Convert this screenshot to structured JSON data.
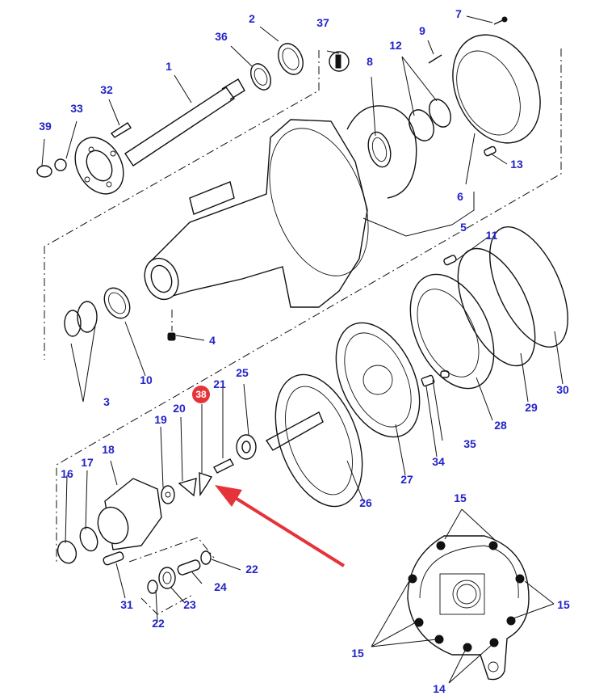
{
  "diagram": {
    "type": "exploded parts diagram",
    "subject": "rear axle / final drive housing with brake assembly",
    "label_color": "#2323c8",
    "highlight_color": "#e63339",
    "highlighted_part": "38",
    "callouts": [
      {
        "id": "c1",
        "text": "1"
      },
      {
        "id": "c2",
        "text": "2"
      },
      {
        "id": "c3",
        "text": "3"
      },
      {
        "id": "c4",
        "text": "4"
      },
      {
        "id": "c5",
        "text": "5"
      },
      {
        "id": "c6",
        "text": "6"
      },
      {
        "id": "c7",
        "text": "7"
      },
      {
        "id": "c8",
        "text": "8"
      },
      {
        "id": "c9",
        "text": "9"
      },
      {
        "id": "c10",
        "text": "10"
      },
      {
        "id": "c11",
        "text": "11"
      },
      {
        "id": "c12",
        "text": "12"
      },
      {
        "id": "c13",
        "text": "13"
      },
      {
        "id": "c14",
        "text": "14"
      },
      {
        "id": "c15a",
        "text": "15"
      },
      {
        "id": "c15b",
        "text": "15"
      },
      {
        "id": "c15c",
        "text": "15"
      },
      {
        "id": "c16",
        "text": "16"
      },
      {
        "id": "c17",
        "text": "17"
      },
      {
        "id": "c18",
        "text": "18"
      },
      {
        "id": "c19",
        "text": "19"
      },
      {
        "id": "c20",
        "text": "20"
      },
      {
        "id": "c21",
        "text": "21"
      },
      {
        "id": "c22a",
        "text": "22"
      },
      {
        "id": "c22b",
        "text": "22"
      },
      {
        "id": "c23",
        "text": "23"
      },
      {
        "id": "c24",
        "text": "24"
      },
      {
        "id": "c25",
        "text": "25"
      },
      {
        "id": "c26",
        "text": "26"
      },
      {
        "id": "c27",
        "text": "27"
      },
      {
        "id": "c28",
        "text": "28"
      },
      {
        "id": "c29",
        "text": "29"
      },
      {
        "id": "c30",
        "text": "30"
      },
      {
        "id": "c31",
        "text": "31"
      },
      {
        "id": "c32",
        "text": "32"
      },
      {
        "id": "c33",
        "text": "33"
      },
      {
        "id": "c34",
        "text": "34"
      },
      {
        "id": "c35",
        "text": "35"
      },
      {
        "id": "c36",
        "text": "36"
      },
      {
        "id": "c37",
        "text": "37"
      },
      {
        "id": "c39",
        "text": "39"
      }
    ],
    "badge": {
      "text": "38"
    }
  }
}
